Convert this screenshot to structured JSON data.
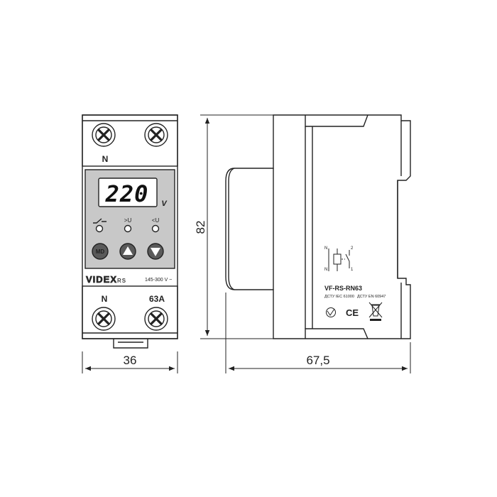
{
  "front_view": {
    "top_terminal_label": "N",
    "display_value": "220",
    "display_unit": "V",
    "indicator_labels": [
      "~",
      ">U",
      "<U"
    ],
    "button_md_label": "MD",
    "button_up_icon": "triangle-up-icon",
    "button_down_icon": "triangle-down-icon",
    "brand": "VIDEX",
    "brand_suffix": "RS",
    "voltage_range": "145-300 V ~",
    "bottom_terminal_left_label": "N",
    "bottom_terminal_right_label": "63A"
  },
  "side_view": {
    "schematic_top_left": "N",
    "schematic_top_right": "2",
    "schematic_bottom_left": "N",
    "schematic_bottom_right": "1",
    "model": "VF-RS-RN63",
    "standard_1": "ДСТУ IEC 61000",
    "standard_2": "ДСТУ EN 60947",
    "mark_icons": [
      "ukr-conformity-icon",
      "ce-mark-icon",
      "weee-bin-icon"
    ]
  },
  "dimensions": {
    "height": "82",
    "front_width": "36",
    "side_depth": "67,5"
  },
  "colors": {
    "outline": "#222222",
    "display_panel": "#c8c8c8",
    "lcd_window": "#ffffff",
    "button_fill": "#5a5a5a"
  }
}
